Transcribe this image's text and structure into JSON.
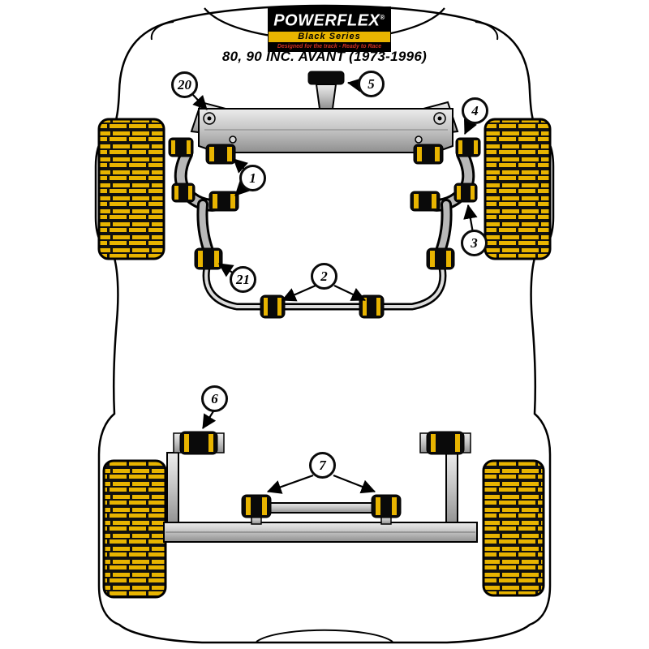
{
  "logo": {
    "brand": "POWERFLEX",
    "registered": "®",
    "series": "Black Series",
    "tagline": "Designed for the track - Ready to Race"
  },
  "title": "80, 90 INC. AVANT (1973-1996)",
  "callouts": [
    {
      "label": "20"
    },
    {
      "label": "5"
    },
    {
      "label": "4"
    },
    {
      "label": "1"
    },
    {
      "label": "3"
    },
    {
      "label": "21"
    },
    {
      "label": "2"
    },
    {
      "label": "6"
    },
    {
      "label": "7"
    }
  ],
  "colors": {
    "accent_yellow": "#e8b400",
    "tagline_red": "#d03020",
    "line_black": "#000000",
    "metal_gray": "#c2c2c2",
    "bush_black": "#0a0a0a"
  }
}
